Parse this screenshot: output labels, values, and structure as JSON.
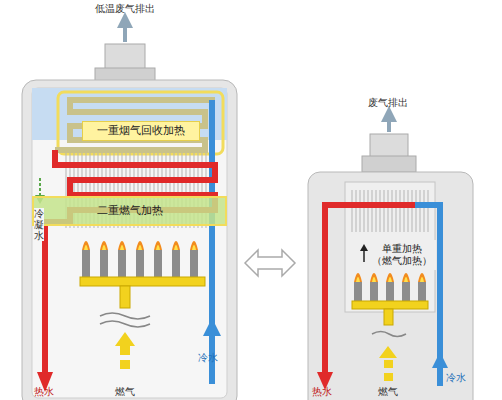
{
  "diagram": {
    "nodes": [
      {
        "text": [
          "一重烟气回收加热"
        ]
      },
      {
        "text": [
          "二重燃气加热"
        ]
      },
      {
        "text": [
          "单重加热 （燃气加热）"
        ]
      }
    ],
    "labels": [
      "低温废气排出",
      "冷凝水",
      "热水",
      "燃气",
      "冷水",
      "废气排出",
      "热水",
      "燃气",
      "冷水"
    ]
  }
}
